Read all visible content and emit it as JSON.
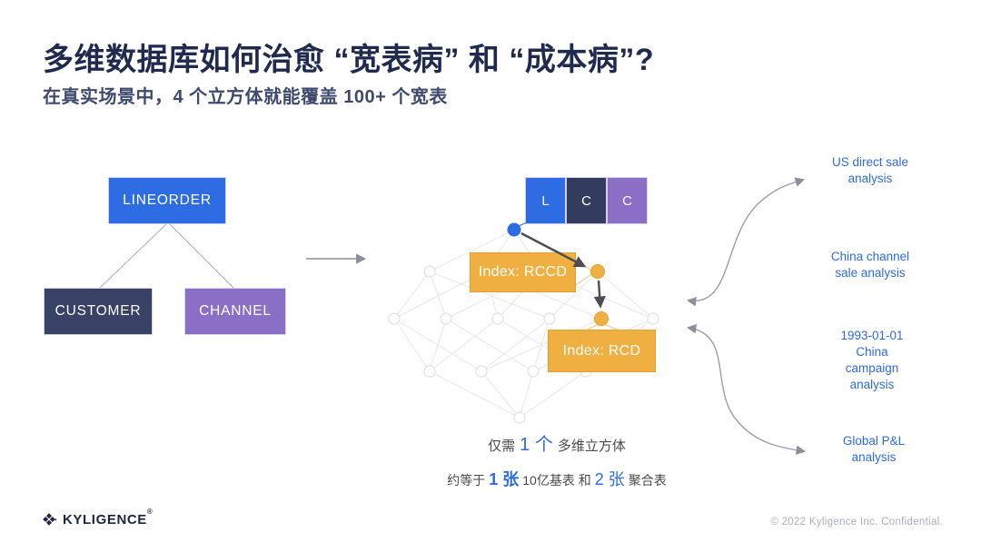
{
  "slide": {
    "title": "多维数据库如何治愈 “宽表病” 和 “成本病”?",
    "subtitle": "在真实场景中，4 个立方体就能覆盖 100+ 个宽表"
  },
  "star_schema": {
    "fact_table": "LINEORDER",
    "dimension_tables": [
      "CUSTOMER",
      "CHANNEL"
    ]
  },
  "cube": {
    "segments": [
      "L",
      "C",
      "C"
    ],
    "indexes": [
      "Index: RCCD",
      "Index: RCD"
    ],
    "captions": {
      "line1": {
        "prefix": "仅需",
        "highlight": "1 个",
        "suffix": "多维立方体"
      },
      "line2": {
        "prefix": "约等于",
        "h1": "1 张",
        "mid": "10亿基表 和",
        "h2": "2 张",
        "suffix": "聚合表"
      }
    }
  },
  "analyses": [
    "US direct sale\nanalysis",
    "China channel\nsale analysis",
    "1993-01-01\nChina\ncampaign\nanalysis",
    "Global P&L\nanalysis"
  ],
  "footer": {
    "brand": "KYLIGENCE",
    "reg_mark": "®",
    "copyright": "© 2022 Kyligence Inc. Confidential."
  },
  "colors": {
    "fact_blue": "#2e6ce3",
    "dim_navy": "#394166",
    "dim_purple": "#8b6fc7",
    "index_yellow": "#f0b041",
    "index_border": "#e2a02f",
    "accent_text": "#2e6be0",
    "title_navy": "#1f2a4e",
    "lattice_gray": "#e6e7ec",
    "arrow_gray": "#8a8f99",
    "arrow_dark": "#4d4d52"
  }
}
